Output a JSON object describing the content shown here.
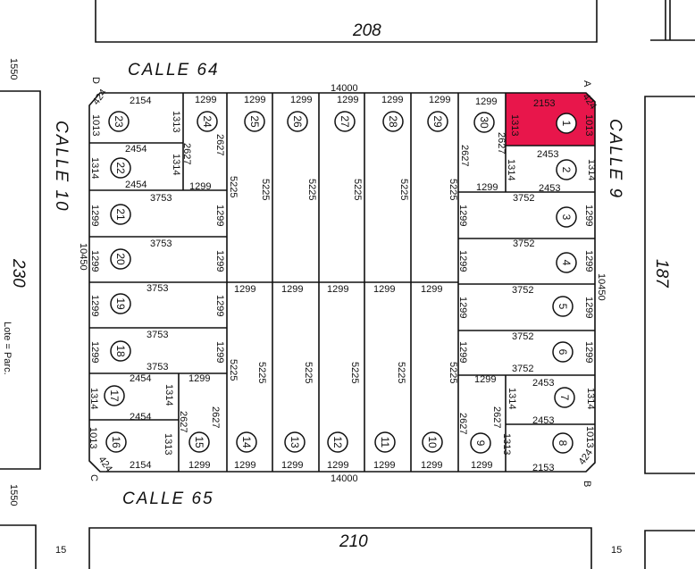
{
  "title_streets": {
    "top": "CALLE 64",
    "bottom": "CALLE 65",
    "left": "CALLE 10",
    "right": "CALLE 9"
  },
  "adjacent_blocks": {
    "top": "208",
    "bottom": "210",
    "left": "230",
    "right": "187"
  },
  "corners": {
    "a": "A",
    "b": "B",
    "c": "C",
    "d": "D"
  },
  "block_dims": {
    "top": "14000",
    "bottom": "14000",
    "left": "10450",
    "right": "10450"
  },
  "margin_labels": {
    "top_left": "1550",
    "bottom_left": "1550",
    "bottom_left_small": "15",
    "bottom_right_small": "15",
    "legend": "Lote = Parc."
  },
  "highlight_color": "#e8164b",
  "highlighted_lot": "1",
  "lots": [
    "1",
    "2",
    "3",
    "4",
    "5",
    "6",
    "7",
    "8",
    "9",
    "10",
    "11",
    "12",
    "13",
    "14",
    "15",
    "16",
    "17",
    "18",
    "19",
    "20",
    "21",
    "22",
    "23",
    "24",
    "25",
    "26",
    "27",
    "28",
    "29",
    "30"
  ],
  "dims": [
    "2154",
    "424",
    "1013",
    "1313",
    "1299",
    "1299",
    "1299",
    "1299",
    "1299",
    "1299",
    "1299",
    "2153",
    "424",
    "1013",
    "1313",
    "2454",
    "1314",
    "1314",
    "2454",
    "2627",
    "2627",
    "1299",
    "2627",
    "2627",
    "1299",
    "2453",
    "1314",
    "1314",
    "2453",
    "5225",
    "5225",
    "5225",
    "5225",
    "5225",
    "5225",
    "3753",
    "1299",
    "1299",
    "3752",
    "1299",
    "1299",
    "3753",
    "1299",
    "1299",
    "3752",
    "1299",
    "1299",
    "1299",
    "1299",
    "1299",
    "1299",
    "1299",
    "3753",
    "1299",
    "1299",
    "3752",
    "1299",
    "1299",
    "3753",
    "1299",
    "1299",
    "3753",
    "3752",
    "1299",
    "1299",
    "3752",
    "5225",
    "5225",
    "5225",
    "5225",
    "5225",
    "5225",
    "2454",
    "1314",
    "1314",
    "2454",
    "1299",
    "2627",
    "2627",
    "1299",
    "2627",
    "2627",
    "2453",
    "1314",
    "1314",
    "2453",
    "1013",
    "424",
    "1313",
    "2154",
    "1313",
    "1013",
    "424",
    "2153",
    "1299",
    "1299",
    "1299",
    "1299",
    "1299",
    "1299",
    "1299"
  ]
}
